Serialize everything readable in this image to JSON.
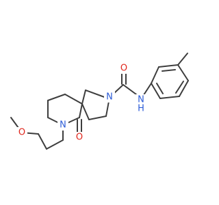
{
  "atoms": {
    "carbonyl_oxygen_amide": {
      "symbol": "O",
      "color": "#e0251b"
    },
    "amide_nitrogen": {
      "symbol": "N",
      "color": "#2b5bd7"
    },
    "amide_hydrogen": {
      "symbol": "H",
      "color": "#2b5bd7"
    },
    "pyrrolidine_nitrogen": {
      "symbol": "N",
      "color": "#2b5bd7"
    },
    "lactam_nitrogen": {
      "symbol": "N",
      "color": "#2b5bd7"
    },
    "lactam_oxygen": {
      "symbol": "O",
      "color": "#e0251b"
    },
    "ether_oxygen": {
      "symbol": "O",
      "color": "#e0251b"
    }
  },
  "colors": {
    "bond": "#3d3d3d",
    "background": "#ffffff"
  }
}
